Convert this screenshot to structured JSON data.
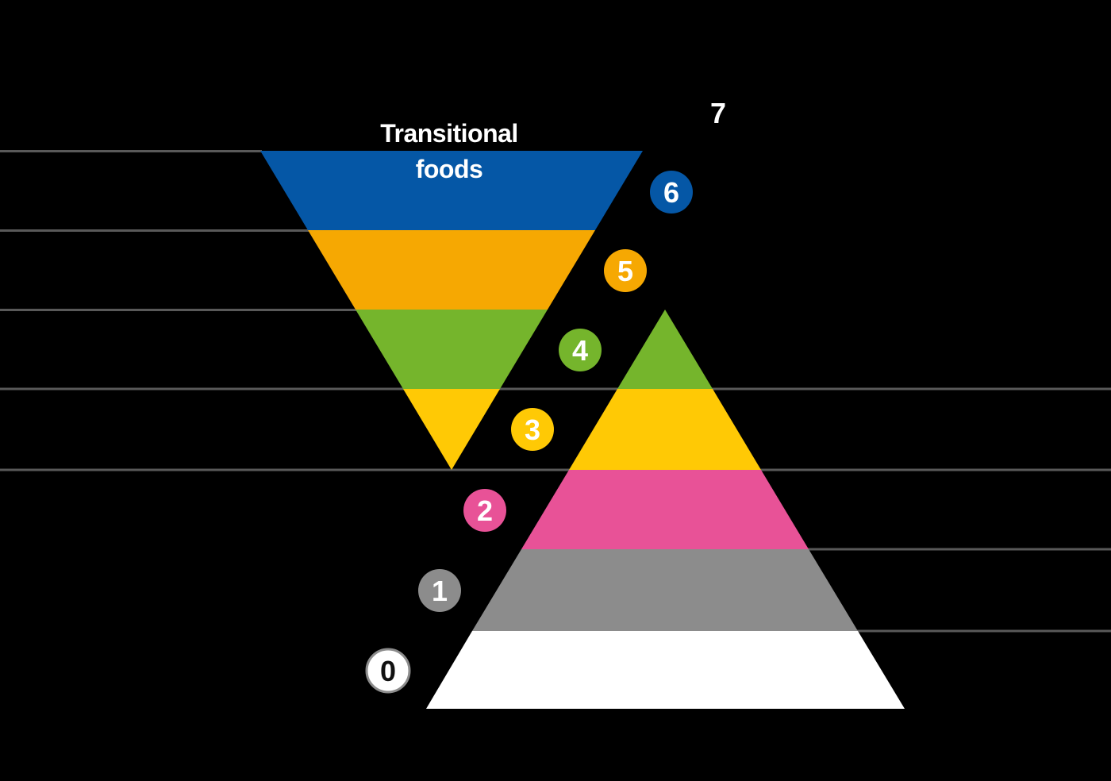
{
  "diagram": {
    "background": "#000000",
    "title": {
      "line1": "Transitional",
      "line2": "foods"
    },
    "inverted_pyramid": {
      "description": "Inverted pyramid labelled Transitional foods",
      "bands_top_to_bottom": [
        {
          "level": 6,
          "color_name": "blue"
        },
        {
          "level": 5,
          "color_name": "orange"
        },
        {
          "level": 4,
          "color_name": "green"
        },
        {
          "level": 3,
          "color_name": "yellow"
        }
      ]
    },
    "upright_pyramid": {
      "description": "Upright pyramid",
      "bands_top_to_bottom": [
        {
          "level": 4,
          "color_name": "green"
        },
        {
          "level": 3,
          "color_name": "yellow"
        },
        {
          "level": 2,
          "color_name": "pink"
        },
        {
          "level": 1,
          "color_name": "gray"
        },
        {
          "level": 0,
          "color_name": "white"
        }
      ]
    }
  },
  "levels": [
    {
      "label": "0",
      "badge_fill": "#FFFFFF",
      "badge_border": "#8C8C8C",
      "text_color": "#111111"
    },
    {
      "label": "1",
      "badge_fill": "#8C8C8C",
      "text_color": "#FFFFFF"
    },
    {
      "label": "2",
      "badge_fill": "#E85297",
      "text_color": "#FFFFFF"
    },
    {
      "label": "3",
      "badge_fill": "#FFC905",
      "text_color": "#FFFFFF"
    },
    {
      "label": "4",
      "badge_fill": "#75B52C",
      "text_color": "#FFFFFF"
    },
    {
      "label": "5",
      "badge_fill": "#F6A802",
      "text_color": "#FFFFFF"
    },
    {
      "label": "6",
      "badge_fill": "#0557A6",
      "text_color": "#FFFFFF"
    },
    {
      "label": "7",
      "badge_fill": "none",
      "text_color": "#FFFFFF"
    }
  ],
  "colors": {
    "blue": "#0557A6",
    "orange": "#F6A802",
    "green": "#75B52C",
    "yellow": "#FFC905",
    "pink": "#E85297",
    "gray": "#8C8C8C",
    "white": "#FFFFFF",
    "guide_line": "#595959",
    "title_text": "#FFFFFF",
    "background": "#000000"
  }
}
